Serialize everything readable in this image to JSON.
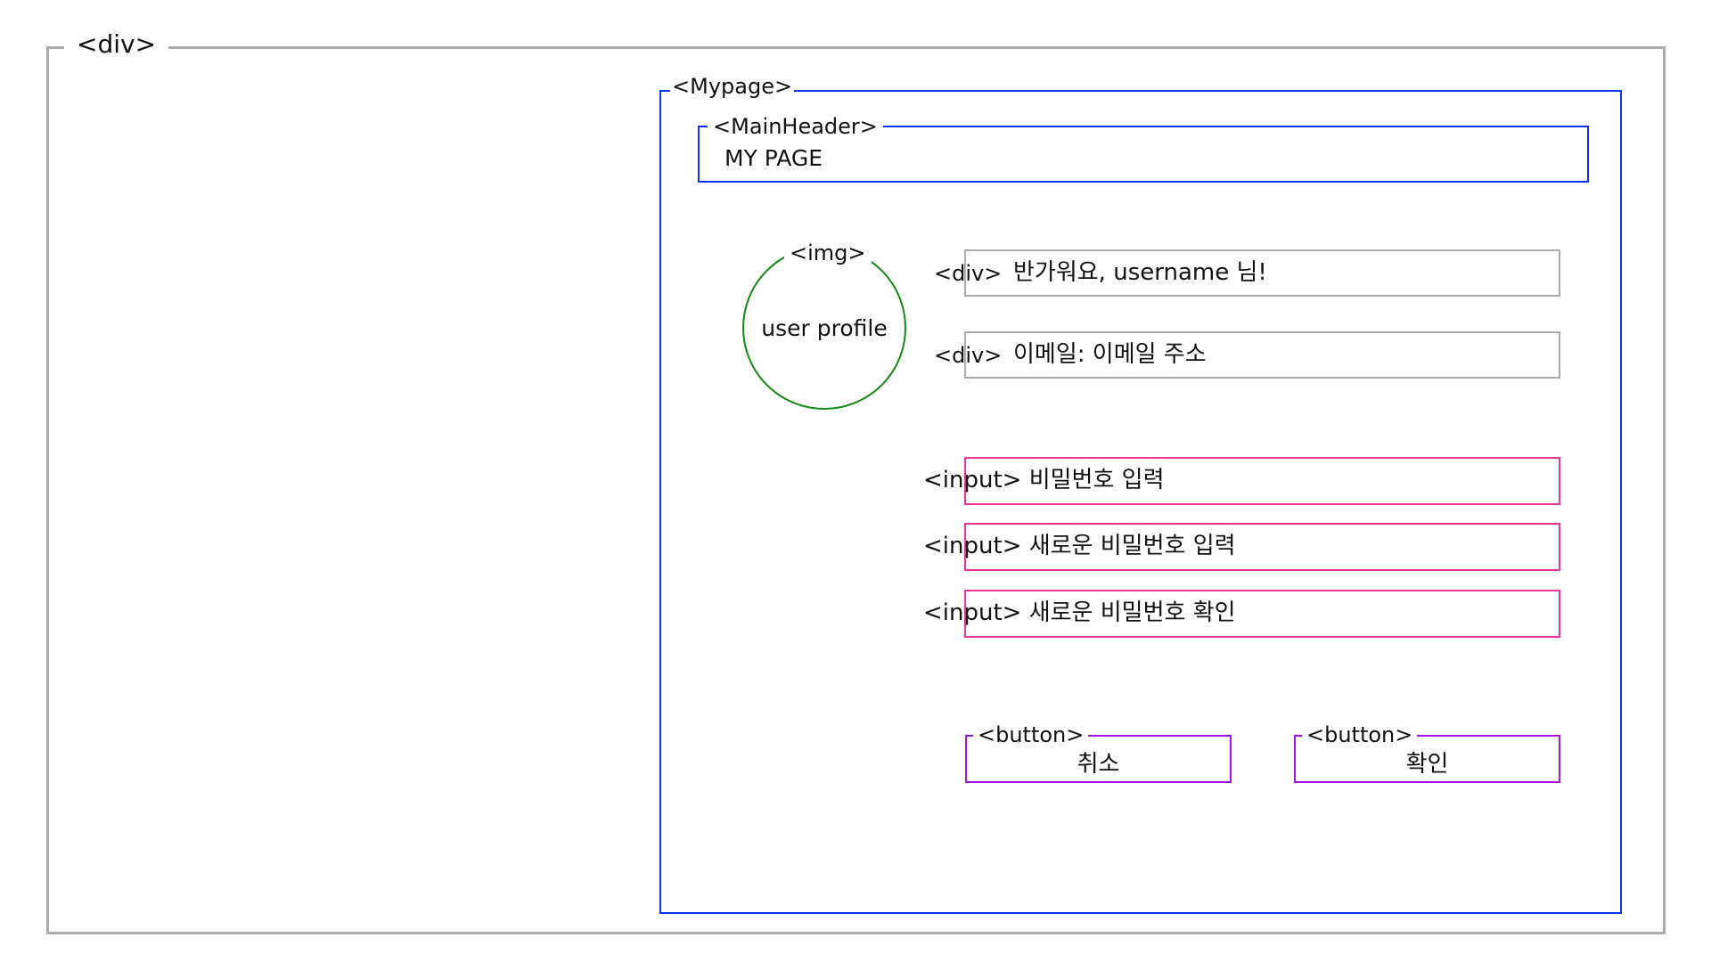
{
  "colors": {
    "outer_border": "#aaaaaa",
    "component_border": "#0a35f0",
    "img_border": "#128a12",
    "info_border": "#aaaaaa",
    "input_border": "#ee3399",
    "button_border": "#a514e6"
  },
  "outer": {
    "tag": "<div>"
  },
  "mypage": {
    "tag": "<Mypage>"
  },
  "main_header": {
    "tag": "<MainHeader>",
    "title": "MY PAGE"
  },
  "profile": {
    "tag": "<img>",
    "label": "user profile"
  },
  "info": {
    "greeting": {
      "tag": "<div>",
      "text": "반가워요, username 님!"
    },
    "email": {
      "tag": "<div>",
      "text": "이메일: 이메일 주소"
    }
  },
  "inputs": [
    {
      "tag": "<input>",
      "placeholder": "비밀번호 입력"
    },
    {
      "tag": "<input>",
      "placeholder": "새로운 비밀번호 입력"
    },
    {
      "tag": "<input>",
      "placeholder": "새로운 비밀번호 확인"
    }
  ],
  "buttons": {
    "cancel": {
      "tag": "<button>",
      "label": "취소"
    },
    "confirm": {
      "tag": "<button>",
      "label": "확인"
    }
  }
}
